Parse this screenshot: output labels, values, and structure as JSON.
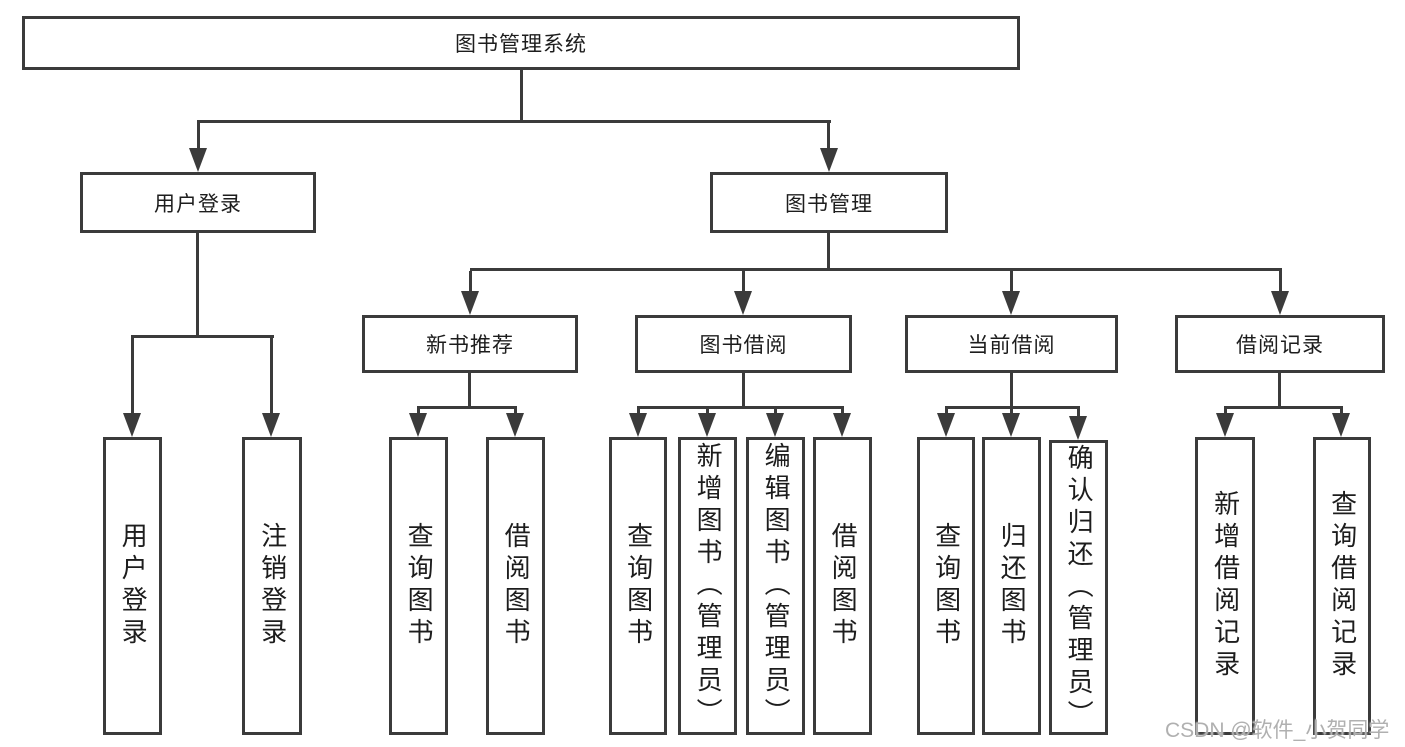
{
  "tree": {
    "root": {
      "label": "图书管理系统"
    },
    "branches": [
      {
        "label": "用户登录",
        "children": [
          {
            "label": "用户登录"
          },
          {
            "label": "注销登录"
          }
        ]
      },
      {
        "label": "图书管理",
        "children": [
          {
            "label": "新书推荐",
            "children": [
              {
                "label": "查询图书"
              },
              {
                "label": "借阅图书"
              }
            ]
          },
          {
            "label": "图书借阅",
            "children": [
              {
                "label": "查询图书"
              },
              {
                "label": "新增图书（管理员）"
              },
              {
                "label": "编辑图书（管理员）"
              },
              {
                "label": "借阅图书"
              }
            ]
          },
          {
            "label": "当前借阅",
            "children": [
              {
                "label": "查询图书"
              },
              {
                "label": "归还图书"
              },
              {
                "label": "确认归还（管理员）"
              }
            ]
          },
          {
            "label": "借阅记录",
            "children": [
              {
                "label": "新增借阅记录"
              },
              {
                "label": "查询借阅记录"
              }
            ]
          }
        ]
      }
    ]
  },
  "watermark": {
    "text": "CSDN @软件_小贺同学"
  },
  "colors": {
    "line": "#3b3b3b",
    "box_border": "#3b3b3b",
    "text": "#1d1d1d",
    "background": "#ffffff",
    "watermark": "#b0b0b0"
  }
}
